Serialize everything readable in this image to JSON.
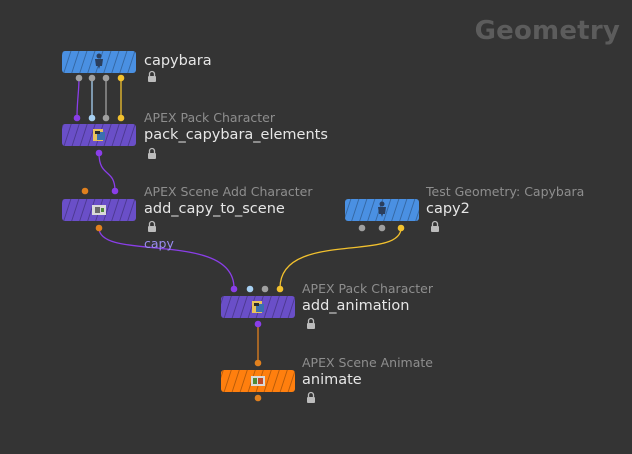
{
  "network": {
    "context_label": "Geometry",
    "nodes": {
      "capybara": {
        "type": "",
        "name": "capybara",
        "color": "#4a90e2",
        "icon": "figure-icon"
      },
      "pack_capybara_elements": {
        "type": "APEX Pack Character",
        "name": "pack_capybara_elements",
        "color": "#6a4fc8",
        "icon": "pack-character-icon"
      },
      "add_capy_to_scene": {
        "type": "APEX Scene Add Character",
        "name": "add_capy_to_scene",
        "color": "#6a4fc8",
        "icon": "scene-add-icon"
      },
      "capy2": {
        "type": "Test Geometry: Capybara",
        "name": "capy2",
        "color": "#4a90e2",
        "icon": "figure-icon"
      },
      "add_animation": {
        "type": "APEX Pack Character",
        "name": "add_animation",
        "color": "#6a4fc8",
        "icon": "pack-character-icon"
      },
      "animate": {
        "type": "APEX Scene Animate",
        "name": "animate",
        "color": "#ff7f0e",
        "icon": "scene-animate-icon"
      }
    },
    "wire_label": "capy",
    "colors": {
      "background": "#343434",
      "wire_purple": "#8a3ee8",
      "wire_yellow": "#f2c12e",
      "wire_lightblue": "#a6d0f2",
      "wire_gray": "#a0a0a0",
      "wire_orange": "#e0801e",
      "lock": "#bcbcbc"
    }
  }
}
